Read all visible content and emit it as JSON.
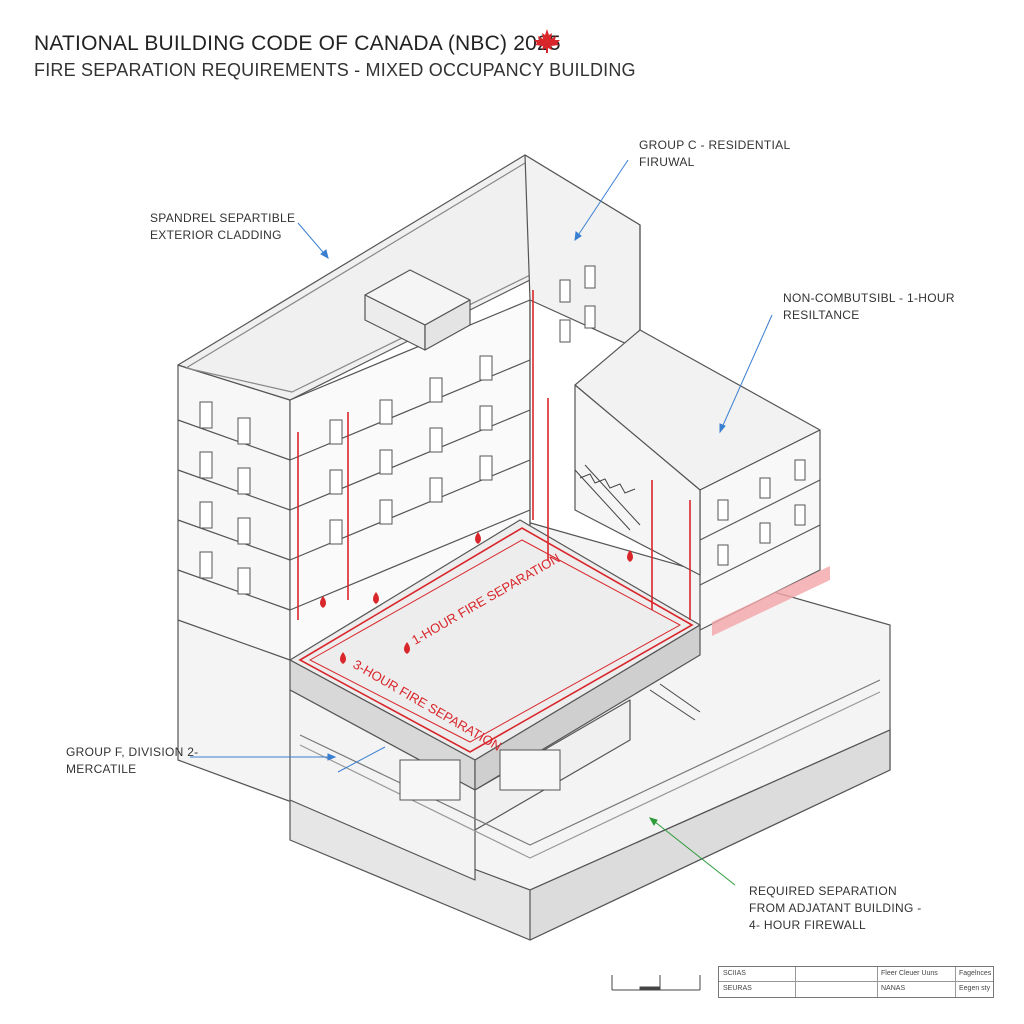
{
  "header": {
    "title": "NATIONAL BUILDING CODE OF CANADA (NBC) 2025",
    "subtitle": "FIRE SEPARATION REQUIREMENTS - MIXED OCCUPANCY BUILDING"
  },
  "annotations": {
    "cladding": [
      "SPANDREL SEPARTIBLE",
      "EXTERIOR CLADDING"
    ],
    "residential": [
      "GROUP C - RESIDENTIAL",
      "FIRUWAL"
    ],
    "noncombustible": [
      "NON-COMBUTSIBL - 1-HOUR",
      "RESILTANCE"
    ],
    "mercantile": [
      "GROUP F, DIVISION 2-",
      "MERCATILE"
    ],
    "adjacent": [
      "REQUIRED SEPARATION",
      "FROM ADJATANT BUILDING -",
      "4- HOUR FIREWALL"
    ]
  },
  "drawing_labels": {
    "separation_upper": "1-HOUR FIRE SEPARATION",
    "separation_lower": "3-HOUR FIRE SEPARATION"
  },
  "title_block": {
    "row1": [
      "SCIIAS",
      "Fleer Cleuer Uuns",
      "Fagelnces"
    ],
    "row2": [
      "SEURAS",
      "NANAS",
      "Eegen sty"
    ]
  },
  "colors": {
    "fire_red": "#d9262b",
    "leader_blue": "#3a7fd0",
    "leader_green": "#2e9b3a",
    "line_gray": "#555555"
  }
}
